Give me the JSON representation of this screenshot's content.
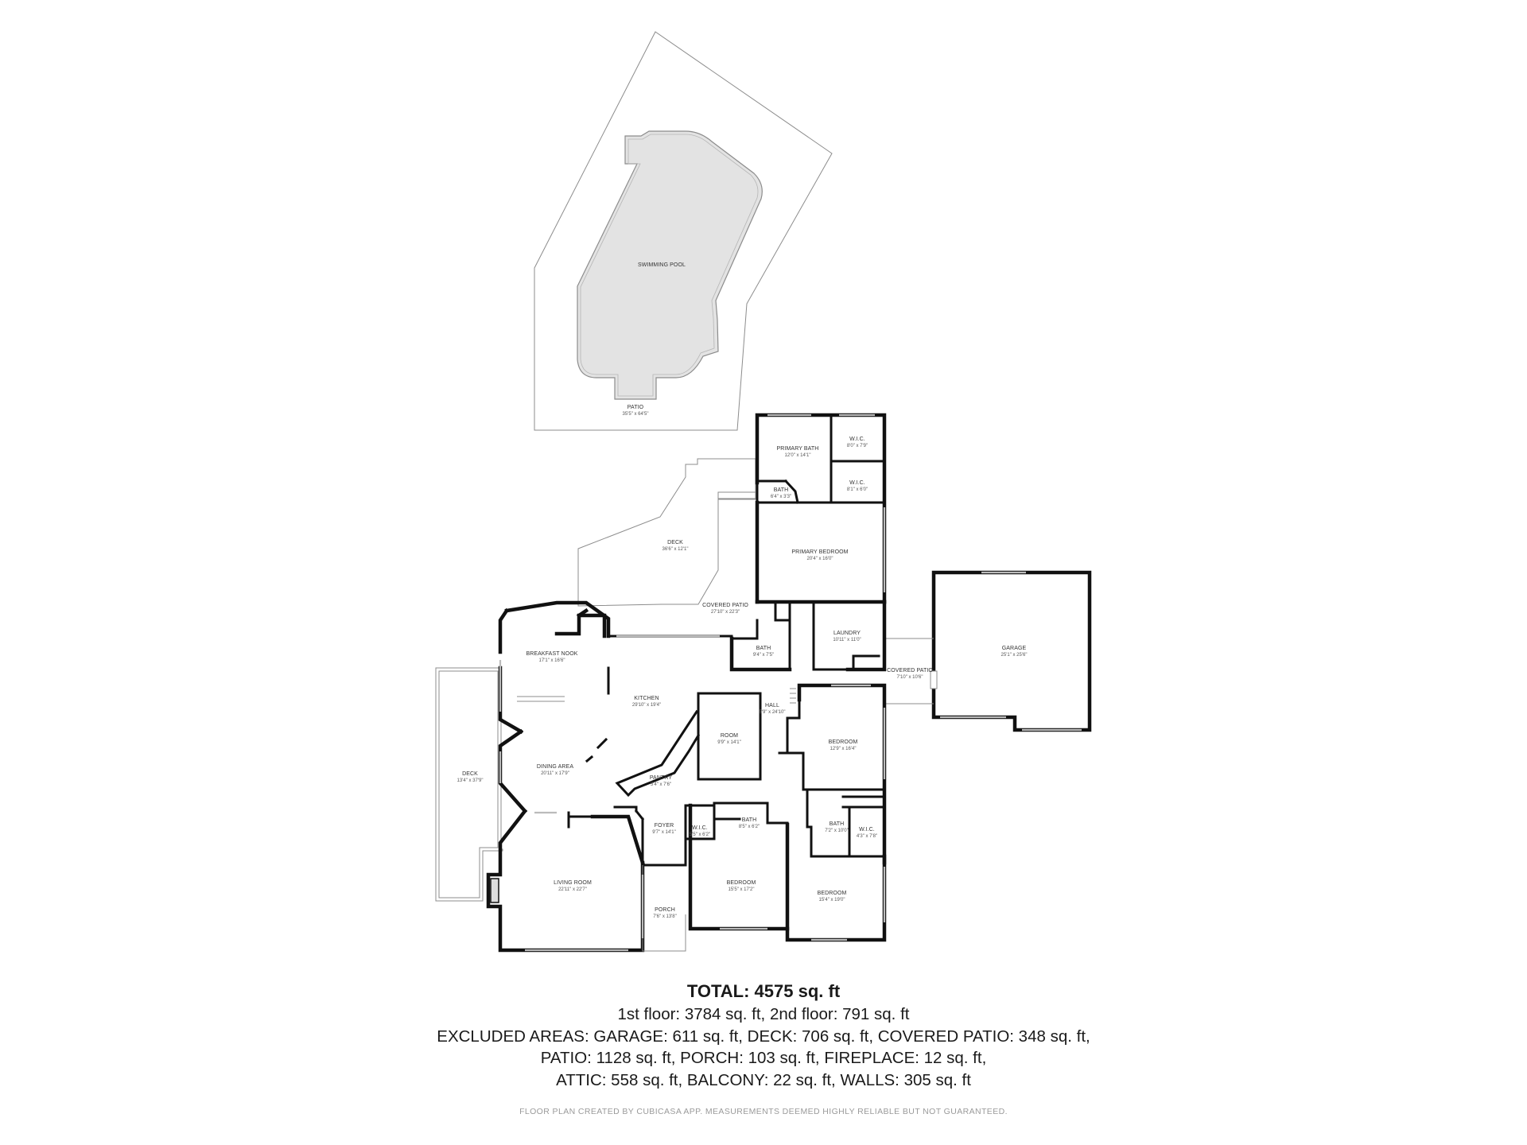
{
  "rooms": {
    "swimming_pool": {
      "name": "SWIMMING POOL",
      "dims": ""
    },
    "patio": {
      "name": "PATIO",
      "dims": "35'5\" x 64'5\""
    },
    "primary_bath": {
      "name": "PRIMARY BATH",
      "dims": "12'0\" x 14'1\""
    },
    "wic_1": {
      "name": "W.I.C.",
      "dims": "8'0\" x 7'9\""
    },
    "wic_2": {
      "name": "W.I.C.",
      "dims": "8'1\" x 6'0\""
    },
    "bath_small": {
      "name": "BATH",
      "dims": "6'4\" x 3'3\""
    },
    "deck_upper": {
      "name": "DECK",
      "dims": "36'6\" x 12'1\""
    },
    "primary_bedroom": {
      "name": "PRIMARY BEDROOM",
      "dims": "20'4\" x 16'0\""
    },
    "covered_patio_1": {
      "name": "COVERED PATIO",
      "dims": "27'10\" x 22'3\""
    },
    "bath_2": {
      "name": "BATH",
      "dims": "9'4\" x 7'5\""
    },
    "laundry": {
      "name": "LAUNDRY",
      "dims": "10'11\" x 11'0\""
    },
    "garage": {
      "name": "GARAGE",
      "dims": "25'1\" x 25'6\""
    },
    "covered_patio_2": {
      "name": "COVERED PATIO",
      "dims": "7'10\" x 10'6\""
    },
    "breakfast_nook": {
      "name": "BREAKFAST NOOK",
      "dims": "17'1\" x 16'6\""
    },
    "kitchen": {
      "name": "KITCHEN",
      "dims": "29'10\" x 19'4\""
    },
    "hall": {
      "name": "HALL",
      "dims": "5'9\" x 24'10\""
    },
    "room": {
      "name": "ROOM",
      "dims": "9'9\" x 14'1\""
    },
    "bedroom_1": {
      "name": "BEDROOM",
      "dims": "12'9\" x 16'4\""
    },
    "deck_left": {
      "name": "DECK",
      "dims": "13'4\" x 37'9\""
    },
    "dining_area": {
      "name": "DINING AREA",
      "dims": "20'11\" x 17'9\""
    },
    "pantry": {
      "name": "PANTRY",
      "dims": "5'4\" x 7'6\""
    },
    "bath_3": {
      "name": "BATH",
      "dims": "8'5\" x 6'2\""
    },
    "bath_4": {
      "name": "BATH",
      "dims": "7'2\" x 10'0\""
    },
    "wic_3": {
      "name": "W.I.C.",
      "dims": "4'3\" x 7'8\""
    },
    "foyer": {
      "name": "FOYER",
      "dims": "9'7\" x 14'1\""
    },
    "wic_4": {
      "name": "W.I.C.",
      "dims": "5'5\" x 6'2\""
    },
    "living_room": {
      "name": "LIVING ROOM",
      "dims": "22'11\" x 22'7\""
    },
    "bedroom_2": {
      "name": "BEDROOM",
      "dims": "15'5\" x 17'2\""
    },
    "bedroom_3": {
      "name": "BEDROOM",
      "dims": "15'4\" x 19'0\""
    },
    "porch": {
      "name": "PORCH",
      "dims": "7'6\" x 13'8\""
    }
  },
  "summary": {
    "total": "TOTAL: 4575 sq. ft",
    "floors": "1st floor: 3784 sq. ft, 2nd floor: 791 sq. ft",
    "excluded_1": "EXCLUDED AREAS: GARAGE: 611 sq. ft, DECK: 706 sq. ft, COVERED PATIO: 348 sq. ft,",
    "excluded_2": "PATIO: 1128 sq. ft, PORCH: 103 sq. ft, FIREPLACE: 12 sq. ft,",
    "excluded_3": "ATTIC: 558 sq. ft, BALCONY: 22 sq. ft, WALLS: 305 sq. ft"
  },
  "disclaimer": "FLOOR PLAN CREATED BY CUBICASA APP. MEASUREMENTS DEEMED HIGHLY RELIABLE BUT NOT GUARANTEED.",
  "colors": {
    "wall": "#111111",
    "pool_fill": "#e3e3e3",
    "outline": "#8c8c8c",
    "window": "#bbbbbb"
  }
}
